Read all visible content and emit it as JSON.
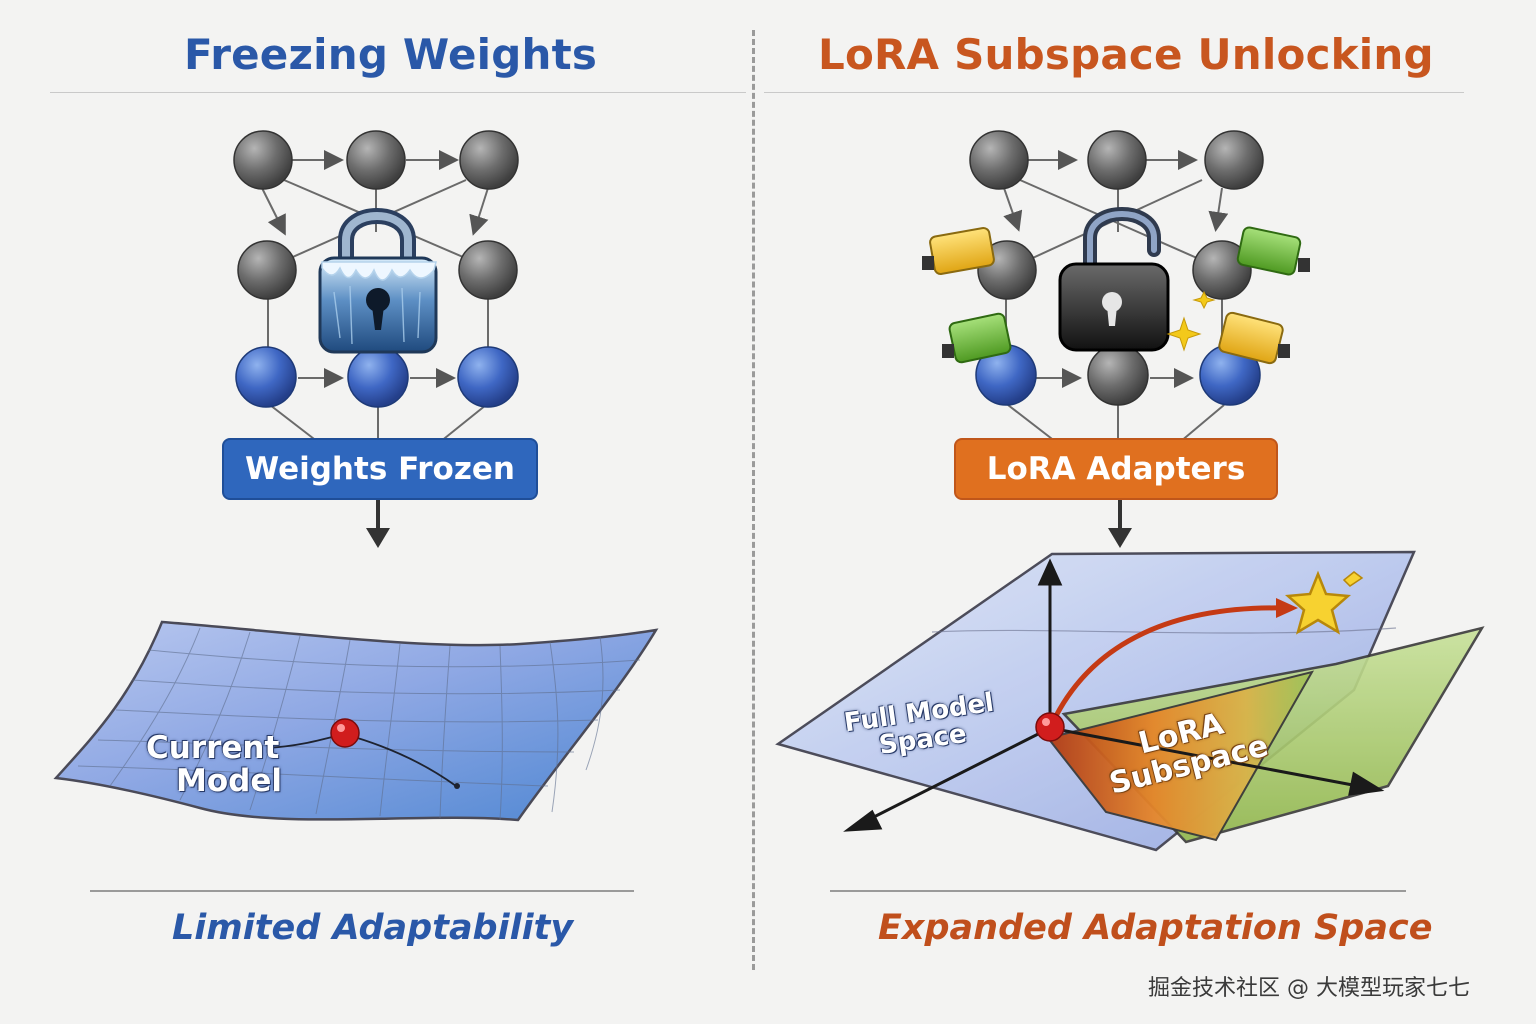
{
  "left_panel": {
    "title": "Freezing Weights",
    "badge_label": "Weights Frozen",
    "surface_label_line1": "Current",
    "surface_label_line2": "Model",
    "caption": "Limited Adaptability",
    "colors": {
      "accent": "#2a58a8",
      "badge": "#2f67bd"
    },
    "icons": [
      "frozen-padlock-icon",
      "current-model-point-icon"
    ]
  },
  "right_panel": {
    "title": "LoRA Subspace Unlocking",
    "badge_label": "LoRA Adapters",
    "full_space_label": "Full Model Space",
    "subspace_label": "LoRA Subspace",
    "caption": "Expanded Adaptation Space",
    "colors": {
      "accent": "#c8561f",
      "badge": "#e0701f"
    },
    "icons": [
      "unlocked-padlock-icon",
      "adapter-block-icon",
      "star-icon",
      "sparkle-icon"
    ]
  },
  "watermark": "掘金技术社区 @ 大模型玩家七七"
}
